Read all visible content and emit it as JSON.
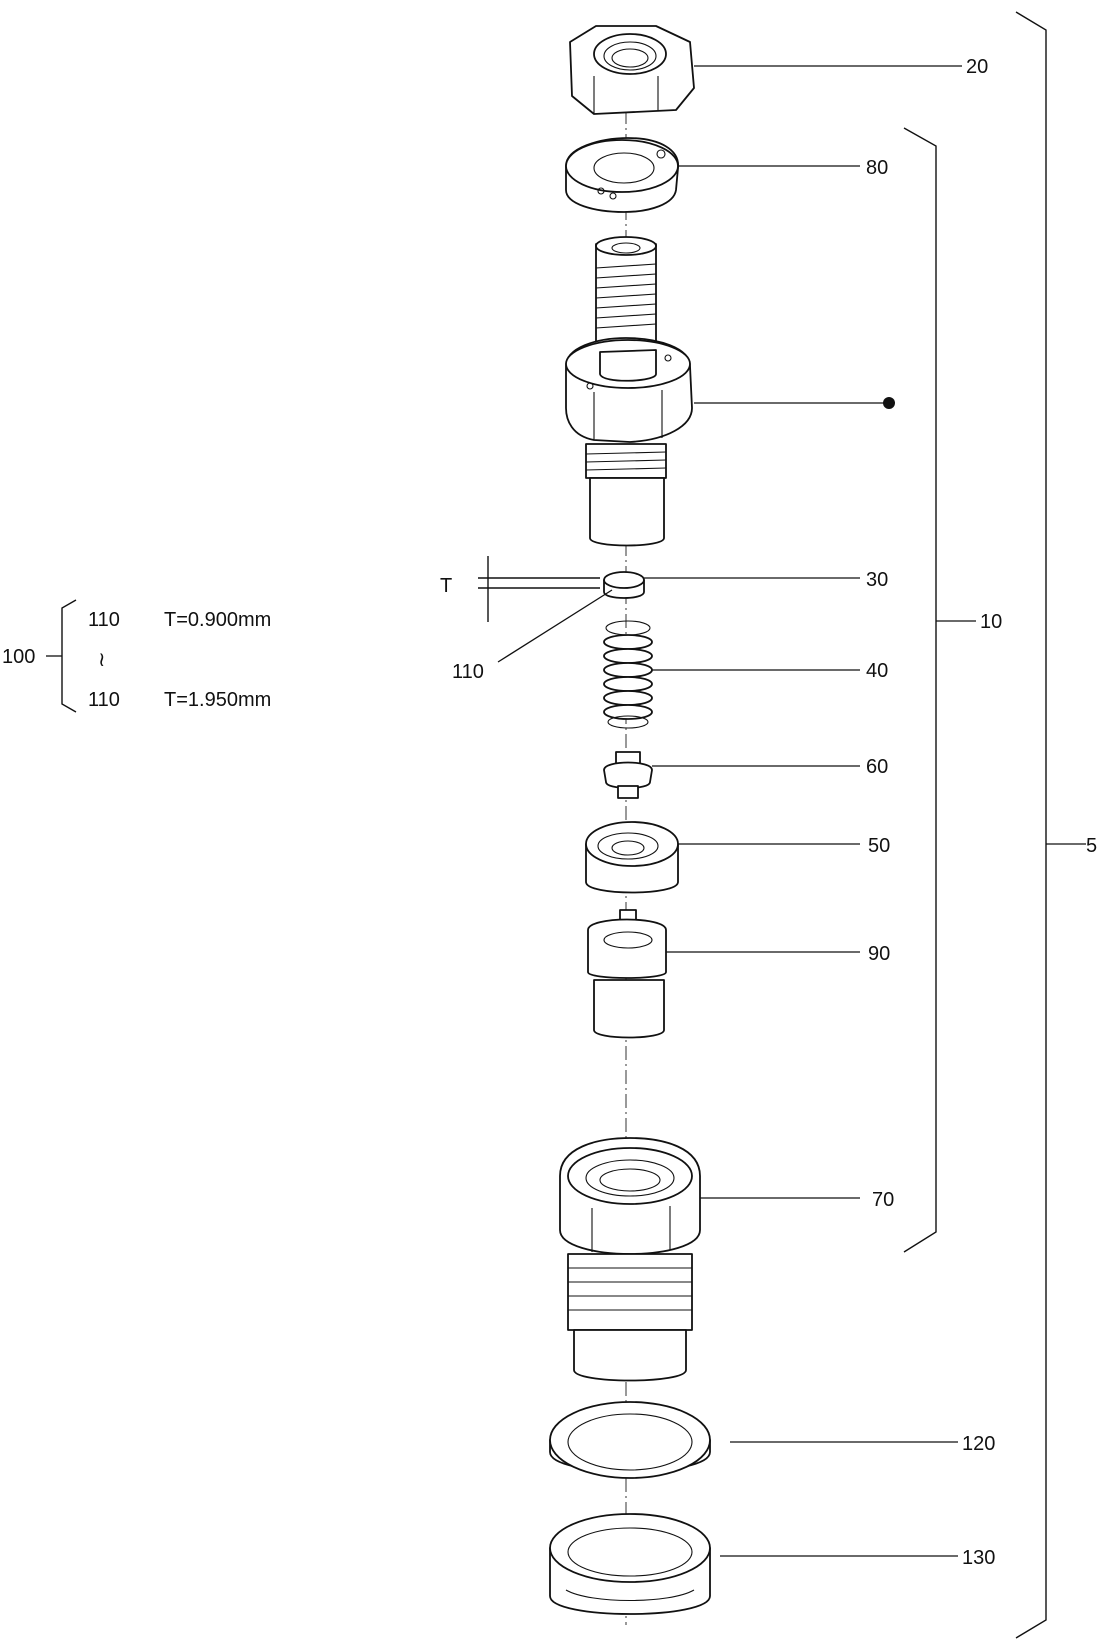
{
  "callouts": {
    "c20": "20",
    "c80": "80",
    "c30": "30",
    "c10": "10",
    "c110": "110",
    "c40": "40",
    "c60": "60",
    "c50": "50",
    "c5": "5",
    "c90": "90",
    "c70": "70",
    "c120": "120",
    "c130": "130"
  },
  "dimension_label": "T",
  "thickness_table": {
    "group": "100",
    "rows": [
      {
        "part": "110",
        "value": "T=0.900mm"
      },
      {
        "part": "110",
        "value": "T=1.950mm"
      }
    ],
    "range_symbol": "≀"
  }
}
